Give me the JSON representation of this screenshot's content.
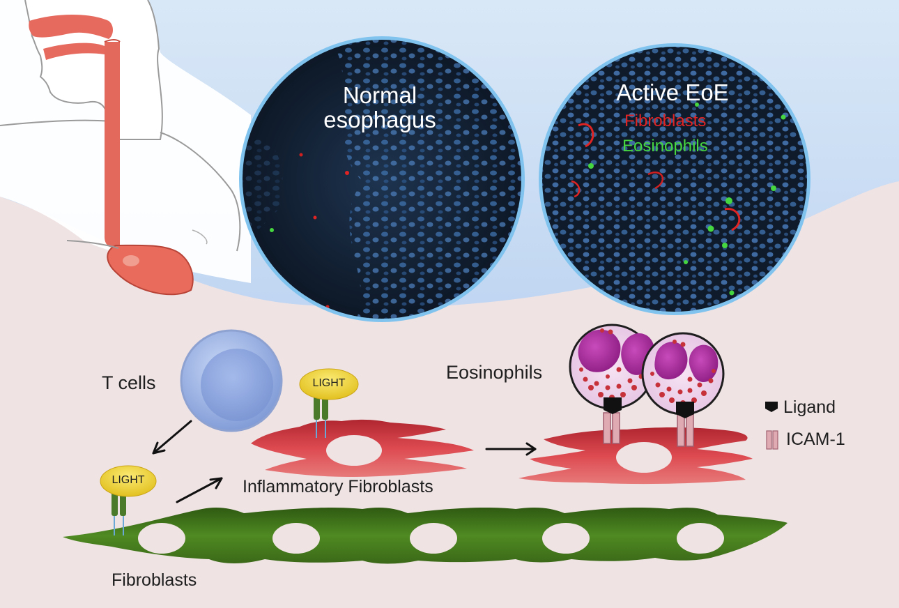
{
  "micrographs": {
    "normal": {
      "title_line1": "Normal",
      "title_line2": "esophagus"
    },
    "active": {
      "title": "Active EoE",
      "label_red": "Fibroblasts",
      "label_green": "Eosinophils"
    }
  },
  "labels": {
    "t_cells": "T cells",
    "light_top": "LIGHT",
    "light_bottom": "LIGHT",
    "inflammatory_fibroblasts": "Inflammatory Fibroblasts",
    "eosinophils": "Eosinophils",
    "fibroblasts": "Fibroblasts"
  },
  "legend": {
    "ligand": "Ligand",
    "icam1": "ICAM-1"
  },
  "colors": {
    "sky": "#a9c8ec",
    "ground": "#efe3e4",
    "circle_border": "#7fc3ee",
    "micro_bg": "#0f1a2a",
    "fibroblast_red": "#c8323a",
    "fibroblast_green": "#3f6e1c",
    "light_yellow": "#e8c92a",
    "tcell_blue": "#8ea9e0",
    "eos_purple": "#a8249a",
    "stain_red": "#e02424",
    "stain_green": "#46d640"
  },
  "icons": {
    "ligand": "ligand-shape-icon",
    "icam": "icam-receptor-icon"
  }
}
